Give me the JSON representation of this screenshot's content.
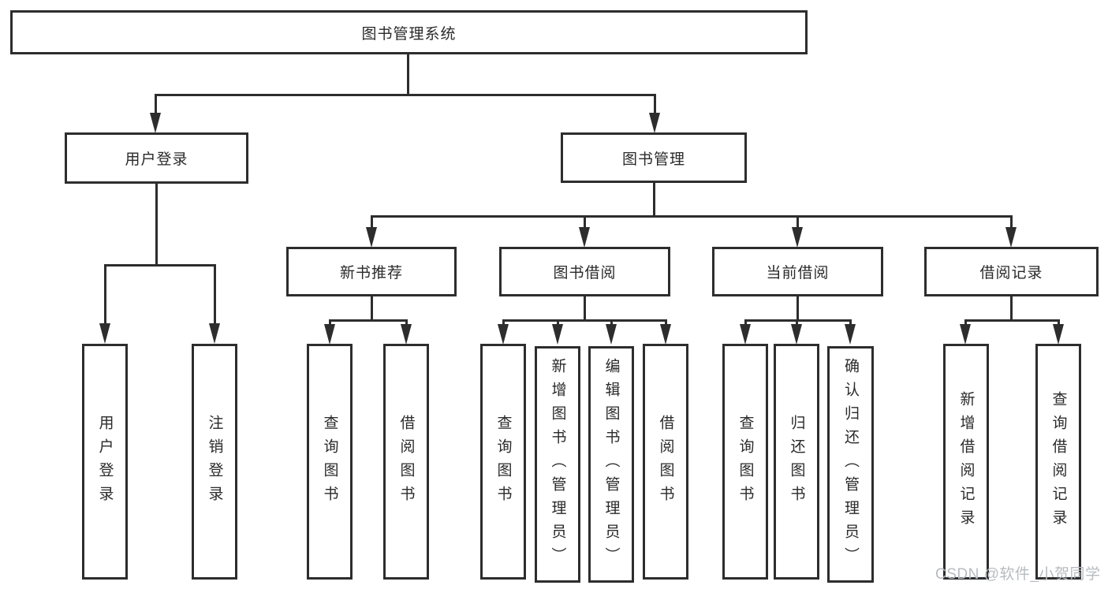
{
  "diagram": {
    "root": {
      "label": "图书管理系统"
    },
    "level2": [
      {
        "label": "用户登录",
        "leaves": [
          "用户登录",
          "注销登录"
        ]
      },
      {
        "label": "图书管理",
        "children": [
          {
            "label": "新书推荐",
            "leaves": [
              "查询图书",
              "借阅图书"
            ]
          },
          {
            "label": "图书借阅",
            "leaves": [
              "查询图书",
              "新增图书（管理员）",
              "编辑图书（管理员）",
              "借阅图书"
            ]
          },
          {
            "label": "当前借阅",
            "leaves": [
              "查询图书",
              "归还图书",
              "确认归还（管理员）"
            ]
          },
          {
            "label": "借阅记录",
            "leaves": [
              "新增借阅记录",
              "查询借阅记录"
            ]
          }
        ]
      }
    ],
    "watermark": "CSDN @软件_小贺同学",
    "colors": {
      "line": "#2d2d2d",
      "border": "#2d2d2d",
      "text": "#2a2a2a",
      "watermark": "#b7bcc2",
      "background": "#ffffff"
    }
  }
}
